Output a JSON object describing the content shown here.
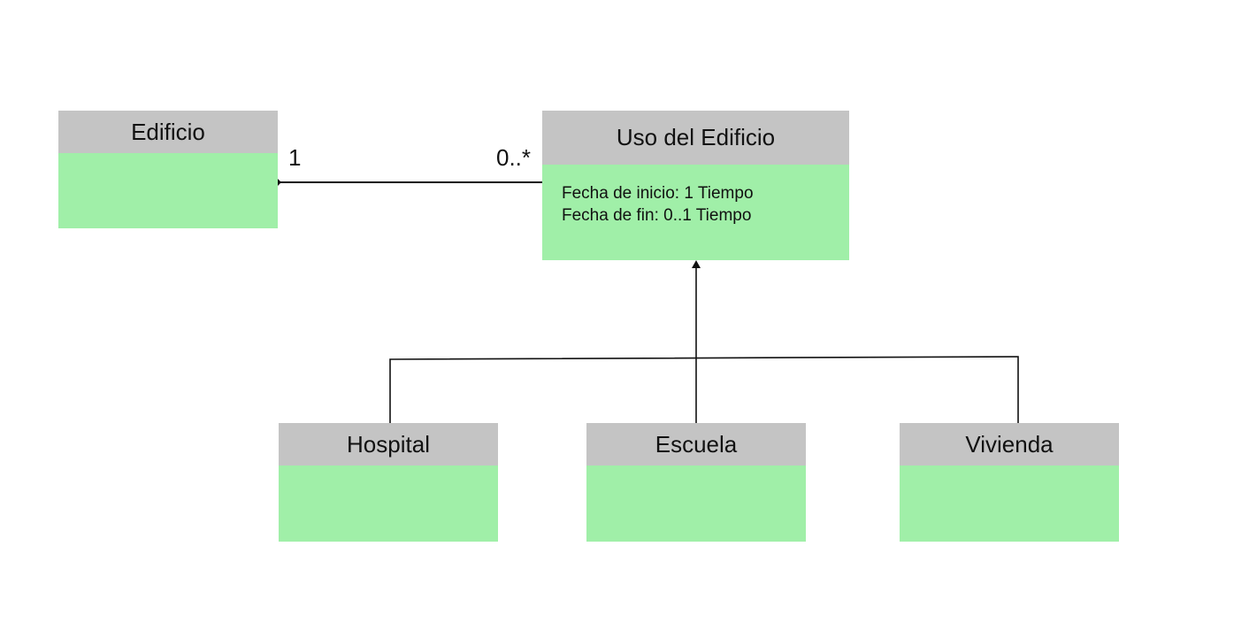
{
  "classes": {
    "edificio": {
      "name": "Edificio",
      "attributes": []
    },
    "uso": {
      "name": "Uso del Edificio",
      "attributes": [
        "Fecha de inicio: 1 Tiempo",
        "Fecha de fin: 0..1 Tiempo"
      ]
    },
    "hospital": {
      "name": "Hospital",
      "attributes": []
    },
    "escuela": {
      "name": "Escuela",
      "attributes": []
    },
    "vivienda": {
      "name": "Vivienda",
      "attributes": []
    }
  },
  "association": {
    "from": "Edificio",
    "to": "Uso del Edificio",
    "multiplicity_source": "1",
    "multiplicity_target": "0..*",
    "kind": "composition"
  },
  "generalization": {
    "parent": "Uso del Edificio",
    "children": [
      "Hospital",
      "Escuela",
      "Vivienda"
    ]
  },
  "colors": {
    "header": "#c4c4c4",
    "body": "#a0efa8",
    "line": "#111111",
    "background": "#ffffff"
  }
}
